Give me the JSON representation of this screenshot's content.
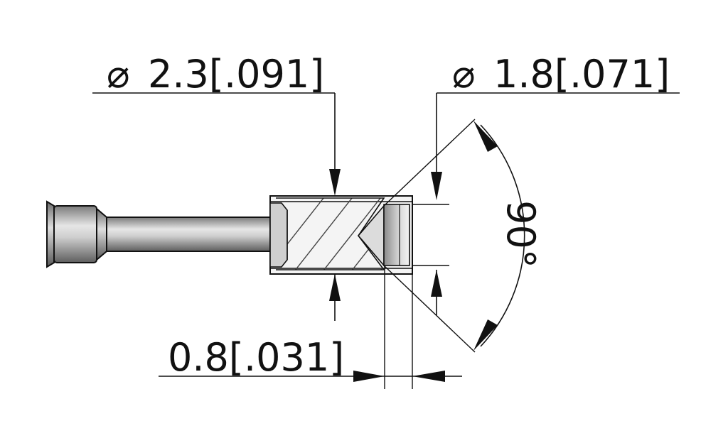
{
  "dimensions": {
    "outer_diameter": {
      "symbol": "⌀",
      "value": "2.3[.091]"
    },
    "inner_diameter": {
      "symbol": "⌀",
      "value": "1.8[.071]"
    },
    "wall_depth": {
      "value": "0.8[.031]"
    },
    "chamfer_angle": {
      "value": "90°"
    }
  },
  "colors": {
    "line": "#111111",
    "hatch": "#444444",
    "metal_dark": "#6e6e6e",
    "metal_mid": "#bdbdbd",
    "metal_light": "#e8e8e8",
    "section_fill": "#f2f2f2",
    "background": "#ffffff"
  }
}
